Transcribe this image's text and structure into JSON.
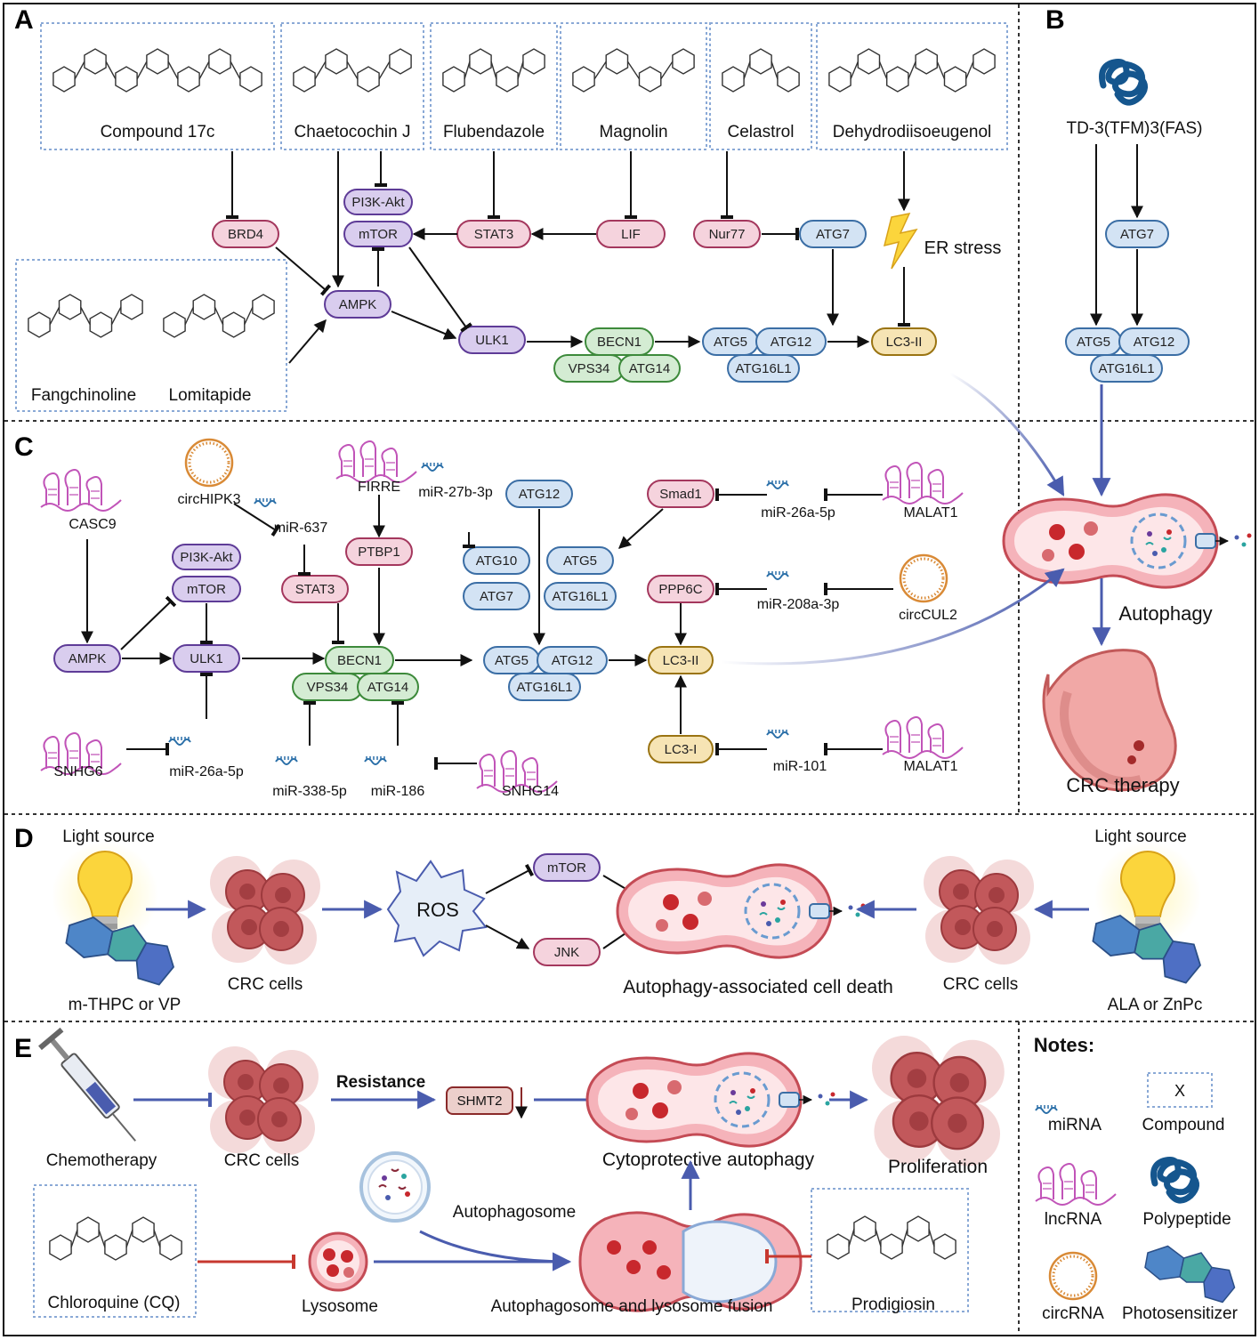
{
  "panels": {
    "A": "A",
    "B": "B",
    "C": "C",
    "D": "D",
    "E": "E"
  },
  "colors": {
    "purple_fill": "#d9cdee",
    "purple_stroke": "#5e3b97",
    "pink_fill": "#f5d3dd",
    "pink_stroke": "#a4375d",
    "blue_fill": "#d3e3f4",
    "blue_stroke": "#3b6ea5",
    "green_fill": "#d4ecd3",
    "green_stroke": "#3d8a3b",
    "tan_fill": "#f6e4b4",
    "tan_stroke": "#9a7412",
    "arrow_blue": "#4a5cae",
    "arrow_red": "#c7382f",
    "dotted_box": "#8aa9d6"
  },
  "panel_a": {
    "compounds": [
      "Compound 17c",
      "Chaetocochin J",
      "Flubendazole",
      "Magnolin",
      "Celastrol",
      "Dehydrodiisoeugenol"
    ],
    "compounds_bottom": [
      "Fangchinoline",
      "Lomitapide"
    ],
    "nodes": {
      "brd4": "BRD4",
      "pi3k": "PI3K-Akt",
      "mtor": "mTOR",
      "stat3": "STAT3",
      "lif": "LIF",
      "nur77": "Nur77",
      "atg7": "ATG7",
      "ampk": "AMPK",
      "ulk1": "ULK1",
      "becn1": "BECN1",
      "vps34": "VPS34",
      "atg14": "ATG14",
      "atg5": "ATG5",
      "atg12": "ATG12",
      "atg16l1": "ATG16L1",
      "lc3ii": "LC3-II"
    },
    "er_stress": "ER stress"
  },
  "panel_b": {
    "peptide": "TD-3(TFM)3(FAS)",
    "nodes": {
      "atg7": "ATG7",
      "atg5": "ATG5",
      "atg12": "ATG12",
      "atg16l1": "ATG16L1"
    },
    "autophagy": "Autophagy",
    "therapy": "CRC therapy"
  },
  "panel_c": {
    "lncrna": {
      "casc9": "CASC9",
      "firre": "FIRRE",
      "snhg6": "SNHG6",
      "snhg14": "SNHG14",
      "malat1_top": "MALAT1",
      "malat1_bottom": "MALAT1"
    },
    "circrna": {
      "circhipk3": "circHIPK3",
      "circcul2": "circCUL2"
    },
    "mirna": {
      "mir637": "miR-637",
      "mir27b": "miR-27b-3p",
      "mir26a_top": "miR-26a-5p",
      "mir208a": "miR-208a-3p",
      "mir26a_bottom": "miR-26a-5p",
      "mir338": "miR-338-5p",
      "mir186": "miR-186",
      "mir101": "miR-101"
    },
    "nodes": {
      "pi3k": "PI3K-Akt",
      "mtor": "mTOR",
      "stat3": "STAT3",
      "ptbp1": "PTBP1",
      "atg12_top": "ATG12",
      "atg10": "ATG10",
      "atg7": "ATG7",
      "atg5_top": "ATG5",
      "atg16l1_top": "ATG16L1",
      "smad1": "Smad1",
      "ppp6c": "PPP6C",
      "ampk": "AMPK",
      "ulk1": "ULK1",
      "becn1": "BECN1",
      "vps34": "VPS34",
      "atg14": "ATG14",
      "atg5": "ATG5",
      "atg12": "ATG12",
      "atg16l1": "ATG16L1",
      "lc3ii": "LC3-II",
      "lc3i": "LC3-I"
    }
  },
  "panel_d": {
    "light_left": "Light source",
    "light_right": "Light source",
    "ps_left": "m-THPC or VP",
    "ps_right": "ALA or ZnPc",
    "cells_left": "CRC cells",
    "cells_right": "CRC cells",
    "ros": "ROS",
    "mtor": "mTOR",
    "jnk": "JNK",
    "death": "Autophagy-associated cell death"
  },
  "panel_e": {
    "chemo": "Chemotherapy",
    "cells": "CRC cells",
    "resistance": "Resistance",
    "shmt2": "SHMT2",
    "cytoprotective": "Cytoprotective autophagy",
    "proliferation": "Proliferation",
    "autophagosome": "Autophagosome",
    "lysosome": "Lysosome",
    "fusion": "Autophagosome and lysosome fusion",
    "cq": "Chloroquine (CQ)",
    "prodigiosin": "Prodigiosin"
  },
  "notes": {
    "title": "Notes:",
    "mirna": "miRNA",
    "compound": "Compound",
    "compound_x": "X",
    "lncrna": "lncRNA",
    "polypeptide": "Polypeptide",
    "circrna": "circRNA",
    "photosensitizer": "Photosensitizer"
  }
}
